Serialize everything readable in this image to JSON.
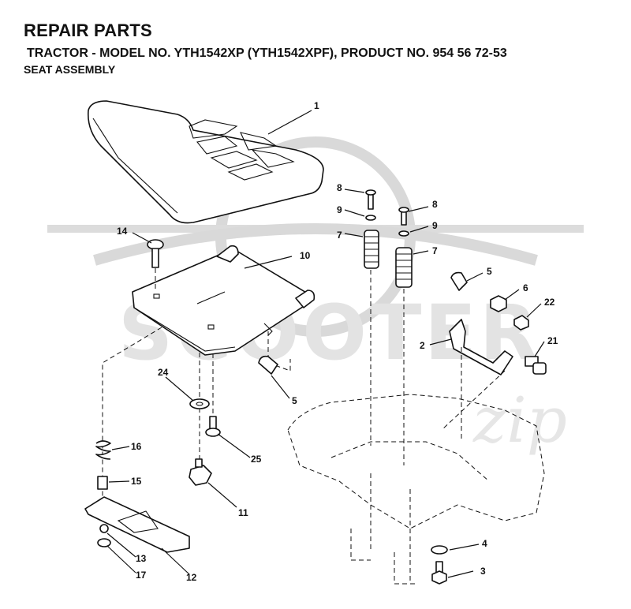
{
  "header": {
    "title": "REPAIR PARTS",
    "subtitle": "TRACTOR - MODEL NO. YTH1542XP (YTH1542XPF), PRODUCT NO. 954 56 72-53",
    "section": "SEAT ASSEMBLY"
  },
  "watermark": {
    "text": "SCOOTER",
    "script": "zip"
  },
  "callouts": {
    "c1": "1",
    "c2": "2",
    "c3": "3",
    "c4": "4",
    "c5a": "5",
    "c5b": "5",
    "c6": "6",
    "c7a": "7",
    "c7b": "7",
    "c8a": "8",
    "c8b": "8",
    "c9a": "9",
    "c9b": "9",
    "c10": "10",
    "c11": "11",
    "c12": "12",
    "c13": "13",
    "c14": "14",
    "c15": "15",
    "c16": "16",
    "c17": "17",
    "c21": "21",
    "c22": "22",
    "c24": "24",
    "c25": "25"
  }
}
